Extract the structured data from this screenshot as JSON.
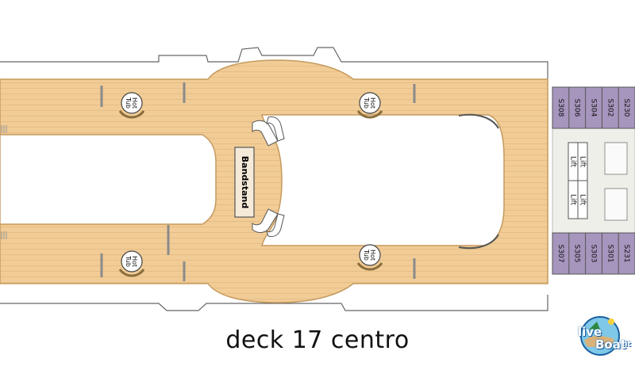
{
  "deck_title": "deck 17 centro",
  "bandstand_label": "Bandstand",
  "hot_tub_label": "Hot Tub",
  "hot_tub_lines": [
    "Hot",
    "Tub"
  ],
  "lift_label": "Lift",
  "cabins_top": [
    "S308",
    "S306",
    "S304",
    "S302",
    "S230"
  ],
  "cabins_bottom": [
    "S307",
    "S305",
    "S303",
    "S301",
    "S231"
  ],
  "logo": {
    "text_live": "live",
    "text_boat": "Boat",
    "suffix": ".it"
  },
  "colors": {
    "deck_wood": "#f1cc96",
    "deck_stroke": "#c59a5e",
    "cabin_purple": "#a695bd",
    "interior_grey": "#efefe9",
    "outline": "#4a4a4a"
  }
}
